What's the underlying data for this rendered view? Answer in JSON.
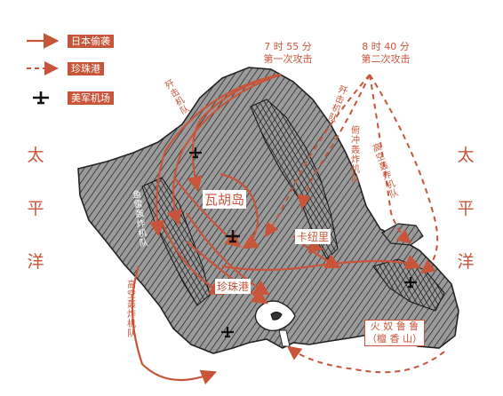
{
  "colors": {
    "accent": "#c8553a",
    "land": "#8a8a8a",
    "outline": "#222222"
  },
  "legend": [
    {
      "symbol": "solid-arrow",
      "label": "日本偷袭"
    },
    {
      "symbol": "dashed-arrow",
      "label": "珍珠港"
    },
    {
      "symbol": "plane-icon",
      "label": "美军机场"
    }
  ],
  "waves": {
    "first": {
      "time": "7 时 55 分",
      "desc": "第一次攻击"
    },
    "second": {
      "time": "8 时 40 分",
      "desc": "第二次攻击"
    }
  },
  "ocean_label": [
    "太",
    "平",
    "洋"
  ],
  "places": {
    "island": "瓦胡岛",
    "harbor": "珍珠港",
    "kaneohe": "卡纽里",
    "diamond_head": [
      "火 奴 鲁 鲁",
      "（檀 香 山）"
    ]
  },
  "route_labels": {
    "fighters_1": "歼击机队",
    "fighters_2": "歼击机队",
    "dive_bombers": "俯冲轰炸机队",
    "high_bombers_1": "高空轰炸机队",
    "high_bombers_2": "高空轰炸机队",
    "torpedo_bombers": "鱼雷轰炸机队"
  }
}
